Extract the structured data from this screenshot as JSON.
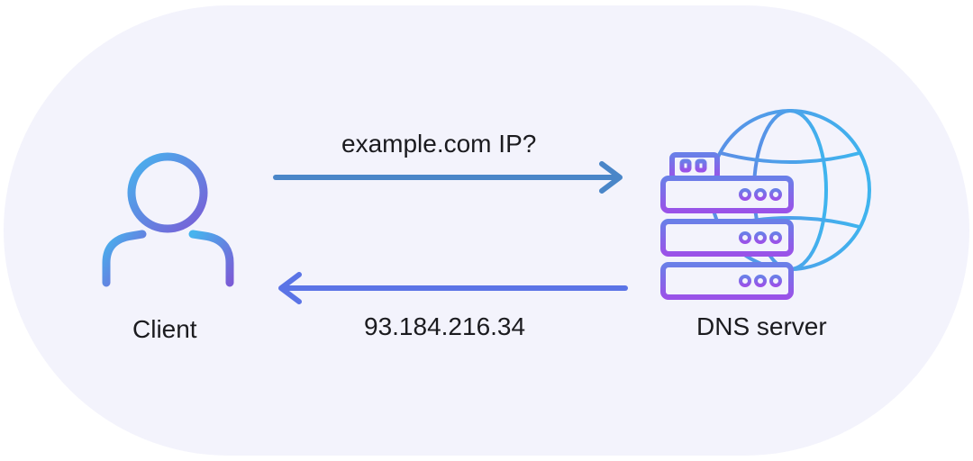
{
  "diagram": {
    "client_label": "Client",
    "server_label": "DNS server",
    "request_label": "example.com IP?",
    "response_label": "93.184.216.34"
  },
  "icons": {
    "client": "user-icon",
    "server": "server-globe-icon"
  },
  "colors": {
    "background_pill": "#f3f3fc",
    "request_arrow": "#4a86c8",
    "response_arrow": "#5b74e6",
    "icon_gradient_start": "#46b4ee",
    "icon_gradient_end": "#8a52e6"
  }
}
